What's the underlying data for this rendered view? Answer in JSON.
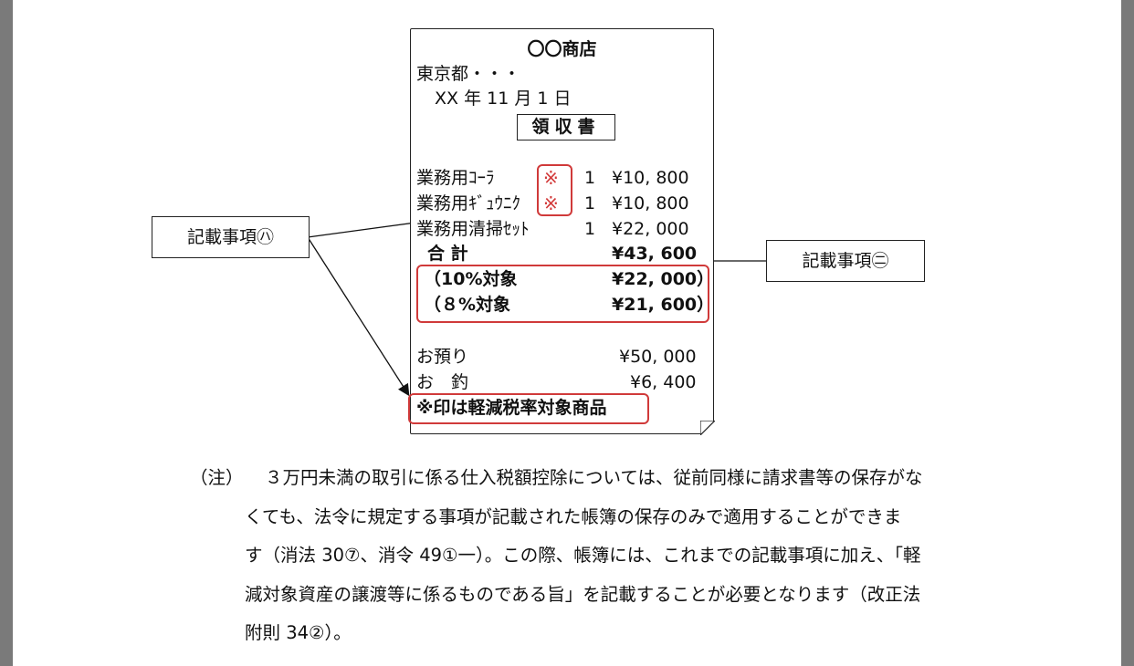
{
  "receipt": {
    "shop_name": "〇〇商店",
    "address": "東京都・・・",
    "date": "XX 年 11 月 1 日",
    "title": "領収書",
    "items": [
      {
        "name": "業務用ｺｰﾗ",
        "mark": "※",
        "qty": "1",
        "price": "¥10, 800"
      },
      {
        "name": "業務用ｷﾞｭｳﾆｸ",
        "mark": "※",
        "qty": "1",
        "price": "¥10, 800"
      },
      {
        "name": "業務用清掃ｾｯﾄ",
        "mark": "",
        "qty": "1",
        "price": "¥22, 000"
      }
    ],
    "total_label": "合 計",
    "total_value": "¥43, 600",
    "tax10_label": "（10%対象",
    "tax10_value": "¥22, 000）",
    "tax8_label": "（８%対象",
    "tax8_value": "¥21, 600）",
    "deposit_label": "お預り",
    "deposit_value": "¥50, 000",
    "change_label": "お　釣",
    "change_value": "¥6, 400",
    "footnote": "※印は軽減税率対象商品"
  },
  "callouts": {
    "left": "記載事項㋩",
    "right": "記載事項㊁"
  },
  "note": {
    "head": "（注）",
    "lines": [
      "３万円未満の取引に係る仕入税額控除については、従前同様に請求書等の保存がな",
      "くても、法令に規定する事項が記載された帳簿の保存のみで適用することができま",
      "す（消法 30⑦、消令 49①一）。この際、帳簿には、これまでの記載事項に加え、「軽",
      "減対象資産の譲渡等に係るものである旨」を記載することが必要となります（改正法",
      "附則 34②）。"
    ]
  },
  "colors": {
    "highlight_red": "#d03a3a",
    "frame_gray": "#7a7a7a"
  }
}
